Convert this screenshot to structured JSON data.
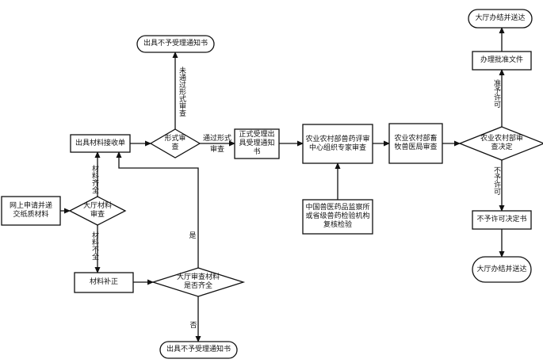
{
  "nodes": {
    "online_apply": "网上申请并递交纸质材料",
    "hall_review": "大厅材料审查",
    "receipt": "出具材料接收单",
    "formal_review": "形式审查",
    "not_accept_top": "出具不予受理通知书",
    "official_accept": "正式受理出具受理通知书",
    "vet_center": "农业农村部兽药评审中心组织专家审查",
    "inspection": "中国兽医药品监察所或省级兽药检验机构复核检验",
    "bureau_review": "农业农村部畜牧兽医局审查",
    "decision": "农业农村部审查决定",
    "approval_doc": "办理批准文件",
    "deliver_top": "大厅办结并送达",
    "no_permit": "不予许可决定书",
    "deliver_bottom": "大厅办结并送达",
    "supplement": "材料补正",
    "completeness": "大厅审查材料是否齐全",
    "not_accept_bottom": "出具不予受理通知书"
  },
  "edge_labels": {
    "not_passed_formal": "未通过形式审查",
    "passed_formal": "通过形式审查",
    "materials_complete": "材料齐全",
    "materials_incomplete": "材料不全",
    "yes": "是",
    "no": "否",
    "approved": "准予许可",
    "not_approved": "不予许可"
  }
}
